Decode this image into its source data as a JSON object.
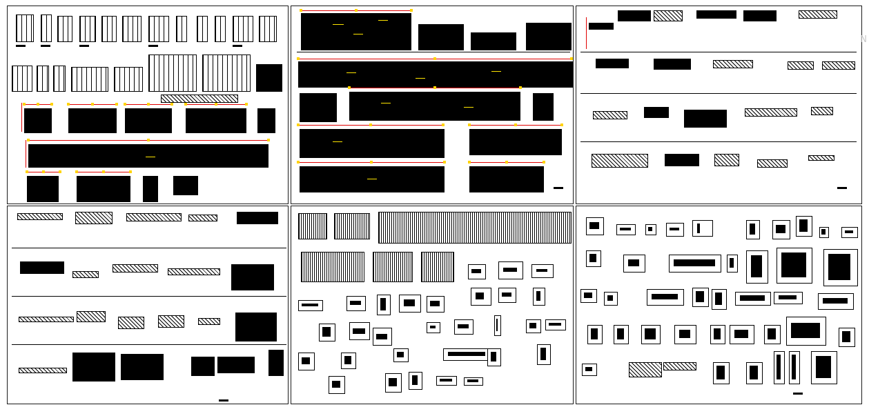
{
  "drawing": {
    "sheets": [
      {
        "id": "sheet-1",
        "content": "window-and-door-elevations"
      },
      {
        "id": "sheet-2",
        "content": "wall-elevations"
      },
      {
        "id": "sheet-3",
        "content": "wall-sections"
      },
      {
        "id": "sheet-4",
        "content": "wall-sections"
      },
      {
        "id": "sheet-5",
        "content": "panel-elevations-and-details"
      },
      {
        "id": "sheet-6",
        "content": "construction-details"
      }
    ],
    "colors": {
      "background": "#ffffff",
      "solid_fill": "#000000",
      "dimension_line": "#e00000",
      "dimension_tick": "#ffd400",
      "annotation": "#ffe600",
      "hatch": "#000000"
    },
    "watermark_text": "N"
  }
}
